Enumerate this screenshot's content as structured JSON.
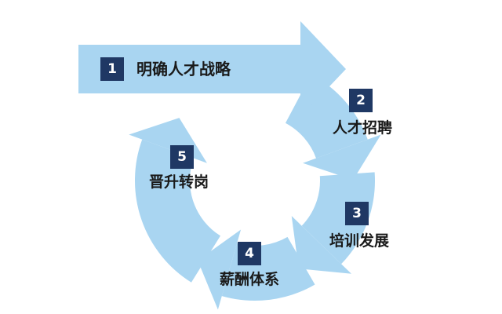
{
  "diagram": {
    "type": "cycle",
    "steps": [
      {
        "number": "1",
        "label": "明确人才战略"
      },
      {
        "number": "2",
        "label": "人才招聘"
      },
      {
        "number": "3",
        "label": "培训发展"
      },
      {
        "number": "4",
        "label": "薪酬体系"
      },
      {
        "number": "5",
        "label": "晋升转岗"
      }
    ],
    "colors": {
      "ring": "#A9D5F1",
      "badge": "#1F3864",
      "badge_text": "#FFFFFF",
      "label_text": "#1A1A1A",
      "background": "#FFFFFF"
    }
  }
}
